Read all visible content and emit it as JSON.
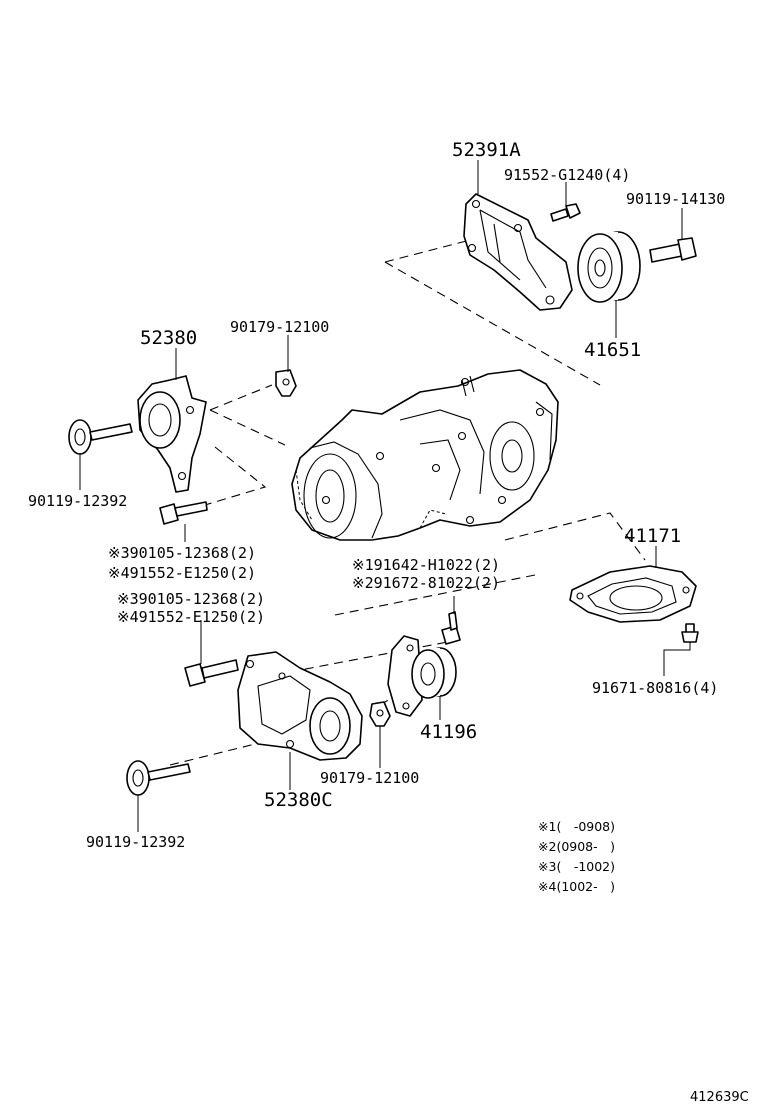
{
  "parts": {
    "p52391A": "52391A",
    "p91552_G1240": "91552-G1240(4)",
    "p90119_14130": "90119-14130",
    "p41651": "41651",
    "p52380": "52380",
    "p90179_12100_top": "90179-12100",
    "p90119_12392_top": "90119-12392",
    "p90105_a_mark": "※3",
    "p90105_a": "90105-12368(2)",
    "p91552_a_mark": "※4",
    "p91552_a": "91552-E1250(2)",
    "p91642_mark": "※1",
    "p91642": "91642-H1022(2)",
    "p91672_mark": "※2",
    "p91672": "91672-81022(2)",
    "p41171": "41171",
    "p90105_b_mark": "※3",
    "p90105_b": "90105-12368(2)",
    "p91552_b_mark": "※4",
    "p91552_b": "91552-E1250(2)",
    "p91671": "91671-80816(4)",
    "p41196": "41196",
    "p90179_12100_bot": "90179-12100",
    "p52380C": "52380C",
    "p90119_12392_bot": "90119-12392"
  },
  "notes": [
    {
      "mark": "※1",
      "text": "(　-0908)"
    },
    {
      "mark": "※2",
      "text": "(0908-　)"
    },
    {
      "mark": "※3",
      "text": "(　-1002)"
    },
    {
      "mark": "※4",
      "text": "(1002-　)"
    }
  ],
  "reference": "412639C"
}
